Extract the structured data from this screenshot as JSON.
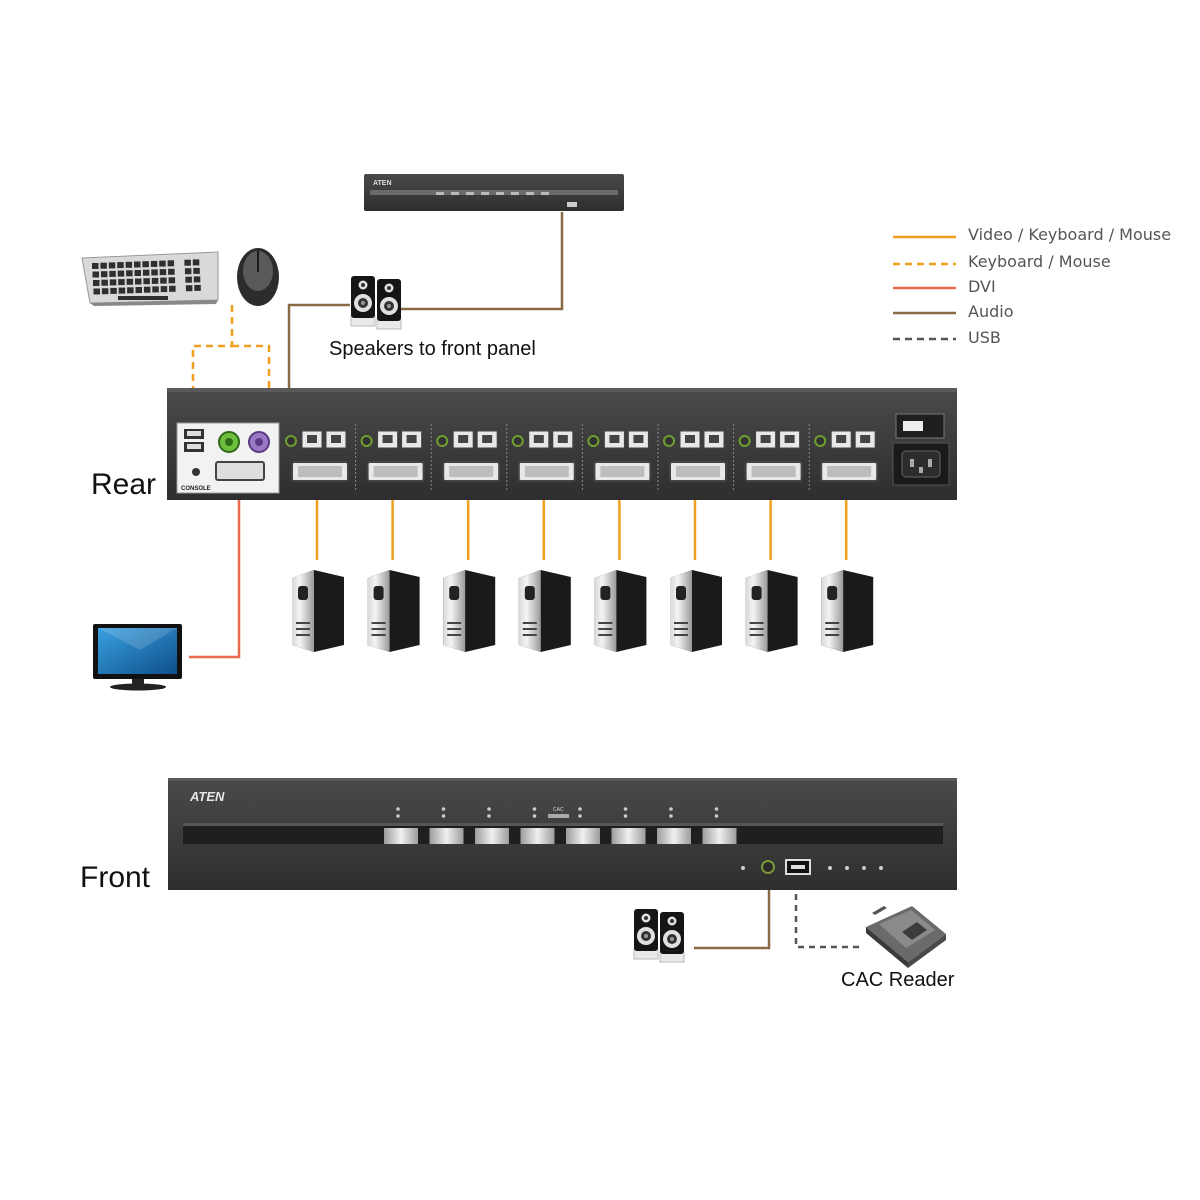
{
  "labels": {
    "rear": "Rear",
    "front": "Front",
    "speakers_to_front_panel": "Speakers to front panel",
    "cac_reader": "CAC Reader",
    "console": "CONSOLE",
    "brand": "ATEN",
    "front_cac": "CAC"
  },
  "legend": [
    {
      "text": "Video / Keyboard / Mouse",
      "color": "#f0a020",
      "style": "solid"
    },
    {
      "text": "Keyboard / Mouse",
      "color": "#f0a020",
      "style": "dashed"
    },
    {
      "text": "DVI",
      "color": "#e86a4a",
      "style": "solid"
    },
    {
      "text": "Audio",
      "color": "#8a6a44",
      "style": "solid"
    },
    {
      "text": "USB",
      "color": "#555555",
      "style": "dashed"
    }
  ],
  "colors": {
    "chassis": "#3b3b3b",
    "chassis_dark": "#262626",
    "video_kbm": "#f0a020",
    "dvi": "#e86a4a",
    "audio": "#8a6a44",
    "usb": "#555555",
    "monitor_screen": "#1f7fc0"
  },
  "port_group_count": 8,
  "computer_count": 8,
  "front_button_count": 8,
  "icons": [
    "keyboard-icon",
    "mouse-icon",
    "speaker-icon",
    "computer-tower-icon",
    "monitor-icon",
    "cac-reader-icon"
  ]
}
